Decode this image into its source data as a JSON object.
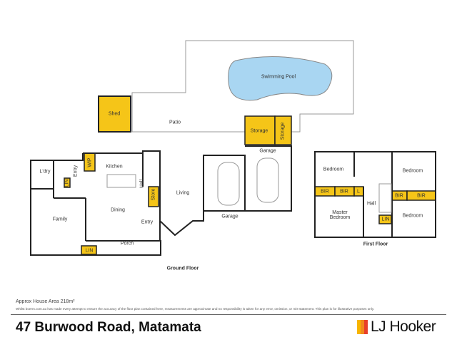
{
  "colors": {
    "highlight": "#f5c518",
    "pool": "#a9d6f2",
    "wall": "#222222",
    "logo_bars": [
      "#f7b500",
      "#f08a1d",
      "#e8402a"
    ]
  },
  "ground_floor": {
    "title": "Ground Floor",
    "rooms": {
      "pool": "Swimming Pool",
      "shed": "Shed",
      "patio": "Patio",
      "storage1": "Storage",
      "storage2": "Storage",
      "garage1": "Garage",
      "garage2": "Garage",
      "kitchen": "Kitchen",
      "wip": "WIP",
      "laundry": "L'dry",
      "entry1": "Entry",
      "lin1": "LIN",
      "dining": "Dining",
      "family": "Family",
      "hall": "Hall",
      "store": "Store",
      "living": "Living",
      "entry2": "Entry",
      "porch": "Porch",
      "lin2": "LIN"
    }
  },
  "first_floor": {
    "title": "First Floor",
    "rooms": {
      "bed1": "Bedroom",
      "bed2": "Bedroom",
      "bir1": "BIR",
      "bir2": "BIR",
      "l": "L",
      "hall": "Hall",
      "bir3": "BIR",
      "bir4": "BIR",
      "master": "Master\nBedroom",
      "bed3": "Bedroom",
      "lin": "LIN"
    }
  },
  "footer": {
    "area": "Approx House Area 218m²",
    "disclaimer": "Whilst boerm.com.au has made every attempt to ensure the accuracy of the floor plan contained here, measurements are approximate and no responsibility is taken for any error, omission, or mis-statement. This plan is for illustrative purposes only.",
    "address": "47 Burwood Road, Matamata",
    "brand": "LJ Hooker"
  }
}
